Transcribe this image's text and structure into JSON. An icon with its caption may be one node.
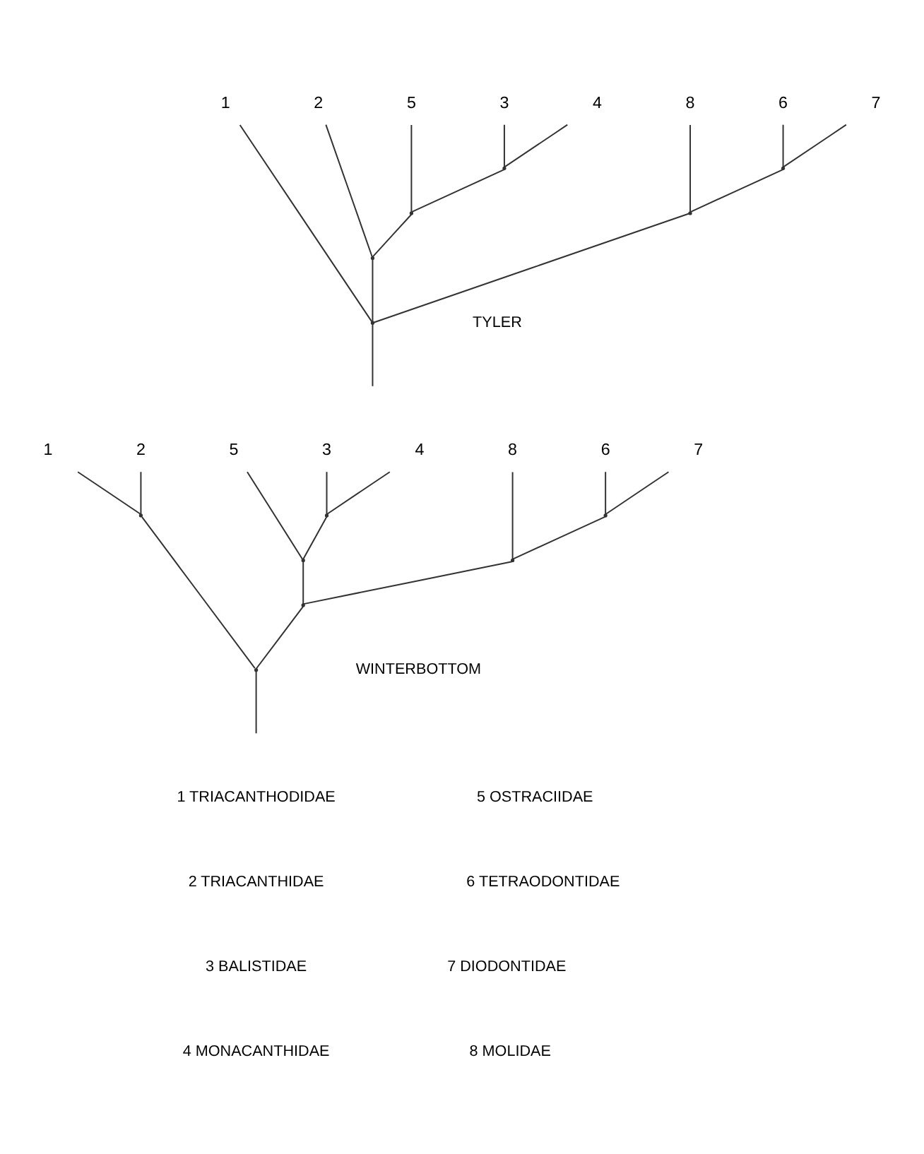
{
  "diagram": {
    "nodes": [
      {
        "text": [
          "1"
        ]
      },
      {
        "text": [
          "2"
        ]
      },
      {
        "text": [
          "3"
        ]
      },
      {
        "text": [
          "4"
        ]
      },
      {
        "text": [
          "5"
        ]
      },
      {
        "text": [
          "6"
        ]
      },
      {
        "text": [
          "7"
        ]
      },
      {
        "text": [
          "8"
        ]
      },
      {
        "text": [],
        "shape": "point"
      },
      {
        "text": [],
        "shape": "point"
      },
      {
        "text": [],
        "shape": "point"
      },
      {
        "text": [],
        "shape": "point"
      },
      {
        "text": [],
        "shape": "point"
      },
      {
        "text": [],
        "shape": "point"
      },
      {
        "text": [
          "1"
        ]
      },
      {
        "text": [
          "2"
        ]
      },
      {
        "text": [
          "3"
        ]
      },
      {
        "text": [
          "4"
        ]
      },
      {
        "text": [
          "5"
        ]
      },
      {
        "text": [
          "6"
        ]
      },
      {
        "text": [
          "7"
        ]
      },
      {
        "text": [
          "8"
        ]
      },
      {
        "text": [],
        "shape": "point"
      },
      {
        "text": [],
        "shape": "point"
      },
      {
        "text": [],
        "shape": "point"
      },
      {
        "text": [],
        "shape": "point"
      },
      {
        "text": [],
        "shape": "point"
      },
      {
        "text": [],
        "shape": "point"
      },
      {
        "text": [],
        "shape": "point"
      }
    ],
    "edges": [
      {
        "from": 8,
        "to": null,
        "arrow": "none"
      },
      {
        "from": 8,
        "to": 0,
        "arrow": "none"
      },
      {
        "from": 8,
        "to": 9,
        "arrow": "none"
      },
      {
        "from": 8,
        "to": 12,
        "arrow": "none"
      },
      {
        "from": 9,
        "to": 1,
        "arrow": "none"
      },
      {
        "from": 9,
        "to": 10,
        "arrow": "none"
      },
      {
        "from": 10,
        "to": 11,
        "arrow": "none"
      },
      {
        "from": 10,
        "to": 4,
        "arrow": "none"
      },
      {
        "from": 11,
        "to": 2,
        "arrow": "none"
      },
      {
        "from": 11,
        "to": 3,
        "arrow": "none"
      },
      {
        "from": 12,
        "to": 13,
        "arrow": "none"
      },
      {
        "from": 12,
        "to": 7,
        "arrow": "none"
      },
      {
        "from": 13,
        "to": 5,
        "arrow": "none"
      },
      {
        "from": 13,
        "to": 6,
        "arrow": "none"
      },
      {
        "from": 22,
        "to": null,
        "arrow": "none"
      },
      {
        "from": 22,
        "to": 23,
        "arrow": "none"
      },
      {
        "from": 22,
        "to": 24,
        "arrow": "none"
      },
      {
        "from": 23,
        "to": 14,
        "arrow": "none"
      },
      {
        "from": 23,
        "to": 15,
        "arrow": "none"
      },
      {
        "from": 24,
        "to": 25,
        "arrow": "none"
      },
      {
        "from": 24,
        "to": 27,
        "arrow": "none"
      },
      {
        "from": 25,
        "to": 26,
        "arrow": "none"
      },
      {
        "from": 25,
        "to": 18,
        "arrow": "none"
      },
      {
        "from": 26,
        "to": 16,
        "arrow": "none"
      },
      {
        "from": 26,
        "to": 17,
        "arrow": "none"
      },
      {
        "from": 27,
        "to": 28,
        "arrow": "none"
      },
      {
        "from": 27,
        "to": 21,
        "arrow": "none"
      },
      {
        "from": 28,
        "to": 19,
        "arrow": "none"
      },
      {
        "from": 28,
        "to": 20,
        "arrow": "none"
      }
    ],
    "labels": [
      "TYLER",
      "WINTERBOTTOM",
      "1 TRIACANTHODIDAE",
      "2 TRIACANTHIDAE",
      "3 BALISTIDAE",
      "4 MONACANTHIDAE",
      "5 OSTRACIIDAE",
      "6 TETRAODONTIDAE",
      "7 DIODONTIDAE",
      "8 MOLIDAE"
    ]
  }
}
